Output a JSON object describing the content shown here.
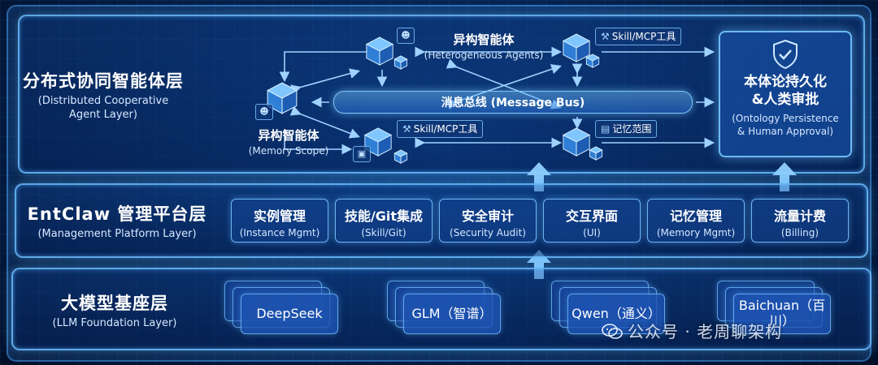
{
  "layers": {
    "agent": {
      "title_zh": "分布式协同智能体层",
      "title_en_1": "(Distributed Cooperative",
      "title_en_2": "Agent Layer)"
    },
    "platform": {
      "title_zh": "EntClaw 管理平台层",
      "title_en": "(Management Platform Layer)"
    },
    "llm": {
      "title_zh": "大模型基座层",
      "title_en": "(LLM Foundation Layer)"
    }
  },
  "agent_layer": {
    "top_agents": {
      "zh": "异构智能体",
      "en": "(Heterogeneous Agents)"
    },
    "left_agent": {
      "zh": "异构智能体",
      "en": "(Memory Scope)"
    },
    "bus_label": "消息总线 (Message Bus)",
    "tags": {
      "skill_top": "Skill/MCP工具",
      "skill_bottom": "Skill/MCP工具",
      "memory": "记忆范围"
    },
    "ontology": {
      "zh_1": "本体论持久化",
      "zh_2": "&人类审批",
      "en_1": "(Ontology Persistence",
      "en_2": "& Human Approval)"
    }
  },
  "modules": [
    {
      "zh": "实例管理",
      "en": "(Instance Mgmt)"
    },
    {
      "zh": "技能/Git集成",
      "en": "(Skill/Git)"
    },
    {
      "zh": "安全审计",
      "en": "(Security Audit)"
    },
    {
      "zh": "交互界面",
      "en": "(UI)"
    },
    {
      "zh": "记忆管理",
      "en": "(Memory Mgmt)"
    },
    {
      "zh": "流量计费",
      "en": "(Billing)"
    }
  ],
  "llms": [
    "DeepSeek",
    "GLM（智谱）",
    "Qwen（通义）",
    "Baichuan（百川）"
  ],
  "watermark": "公众号 · 老周聊架构",
  "colors": {
    "accent": "#6ec0ff",
    "background": "#05204a",
    "glow": "#5ab4ff"
  }
}
